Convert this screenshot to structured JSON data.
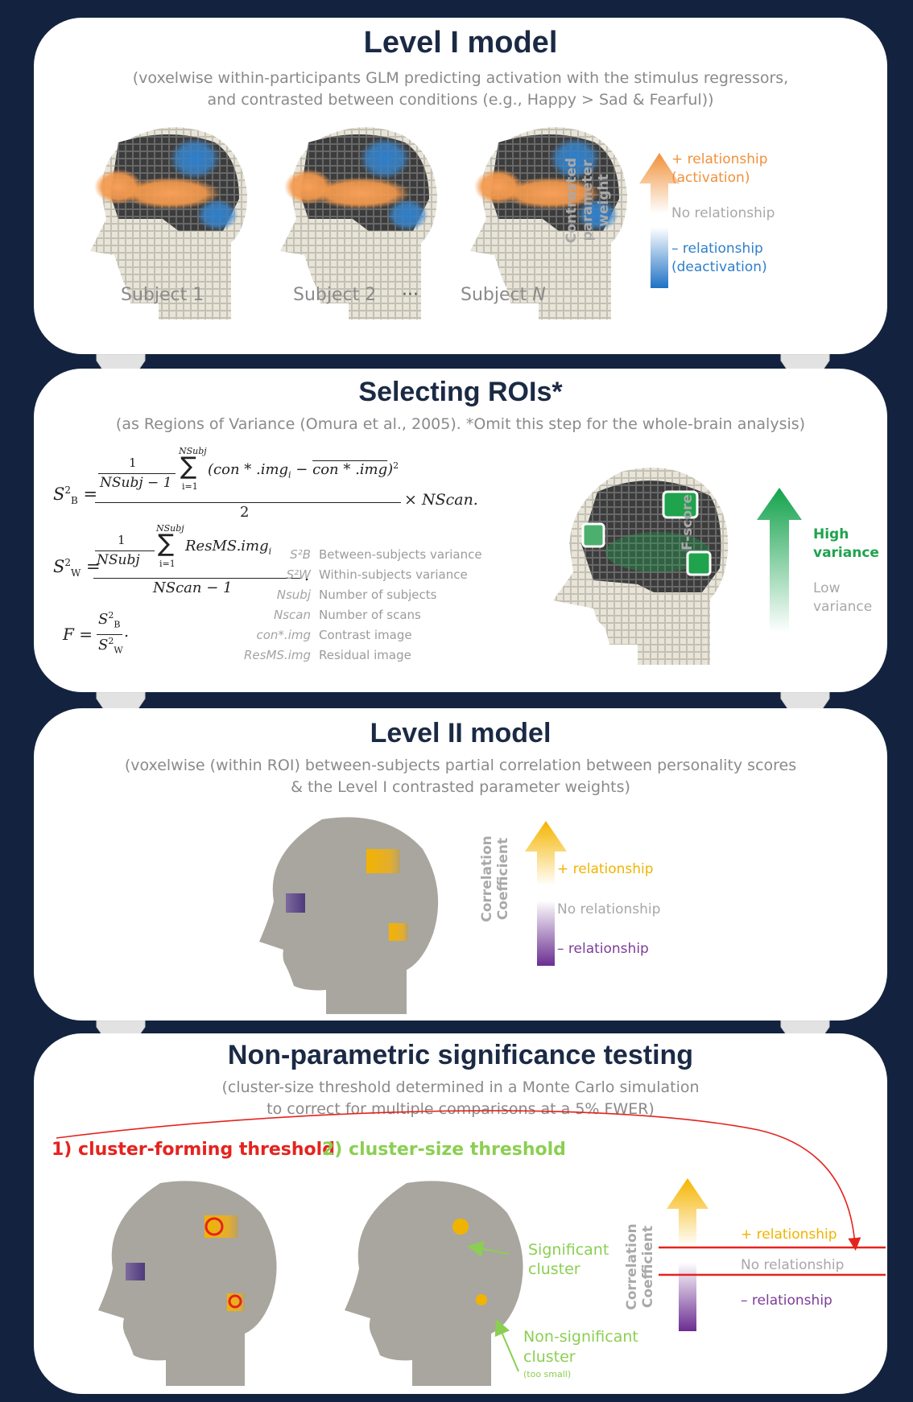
{
  "level1": {
    "title": "Level I model",
    "subtitle_line1": "(voxelwise within-participants GLM predicting activation with the stimulus regressors,",
    "subtitle_line2": "and contrasted between conditions (e.g., Happy > Sad & Fearful))",
    "subjects": [
      "Subject 1",
      "Subject 2",
      "Subject N"
    ],
    "subject_prefix": "Subject",
    "subject_n_italic": "N",
    "ellipsis": "···",
    "scale_label": [
      "Contrasted",
      "parameter weight"
    ],
    "positive_label": [
      "+ relationship",
      "(activation)"
    ],
    "neutral_label": "No relationship",
    "negative_label": [
      "– relationship",
      "(deactivation)"
    ],
    "colors": {
      "positive": "#f0913a",
      "negative": "#2e7fcb"
    }
  },
  "rois": {
    "title": "Selecting ROIs*",
    "subtitle": "(as Regions of Variance (Omura et al., 2005). *Omit this step for the whole-brain analysis)",
    "scale_label": "F-score",
    "high_label": [
      "High",
      "variance"
    ],
    "low_label": [
      "Low",
      "variance"
    ],
    "legend": [
      {
        "symbol": "S²B",
        "text": "Between-subjects variance"
      },
      {
        "symbol": "S²W",
        "text": "Within-subjects variance"
      },
      {
        "symbol": "Nsubj",
        "text": "Number of subjects"
      },
      {
        "symbol": "Nscan",
        "text": "Number of scans"
      },
      {
        "symbol": "con*.img",
        "text": "Contrast image"
      },
      {
        "symbol": "ResMS.img",
        "text": "Residual image"
      }
    ],
    "formula": {
      "sb": "S",
      "one": "1",
      "nsubj_minus_1": "NSubj − 1",
      "nsubj": "NSubj",
      "sum_top": "NSubj",
      "sum_bottom": "i=1",
      "sb_body": "(con * .img",
      "sb_mean": "con * .img",
      "two": "2",
      "times_nscan": "× NScan.",
      "sw_body": "ResMS.img",
      "nscan_minus_1": "NScan − 1",
      "f": "F ="
    },
    "colors": {
      "roi": "#1fa34d"
    }
  },
  "level2": {
    "title": "Level II model",
    "subtitle_line1": "(voxelwise (within ROI) between-subjects partial correlation between personality scores",
    "subtitle_line2": "& the Level I contrasted parameter weights)",
    "scale_label": [
      "Correlation",
      "Coefficient"
    ],
    "positive_label": "+ relationship",
    "neutral_label": "No relationship",
    "negative_label": "– relationship",
    "colors": {
      "positive": "#f0b400",
      "negative": "#7d3c98"
    }
  },
  "level3": {
    "title": "Non-parametric significance testing",
    "subtitle_line1": "(cluster-size threshold determined in a Monte Carlo simulation",
    "subtitle_line2": "to correct for multiple comparisons at a 5% FWER)",
    "step1": "1) cluster-forming threshold",
    "step2": "2) cluster-size threshold",
    "significant": [
      "Significant",
      "cluster"
    ],
    "nonsignificant": [
      "Non-significant",
      "cluster"
    ],
    "too_small": "(too small)",
    "scale_label": [
      "Correlation",
      "Coefficient"
    ],
    "positive_label": "+ relationship",
    "neutral_label": "No relationship",
    "negative_label": "– relationship",
    "colors": {
      "threshold": "#e5231e",
      "size": "#8bcf52"
    }
  }
}
